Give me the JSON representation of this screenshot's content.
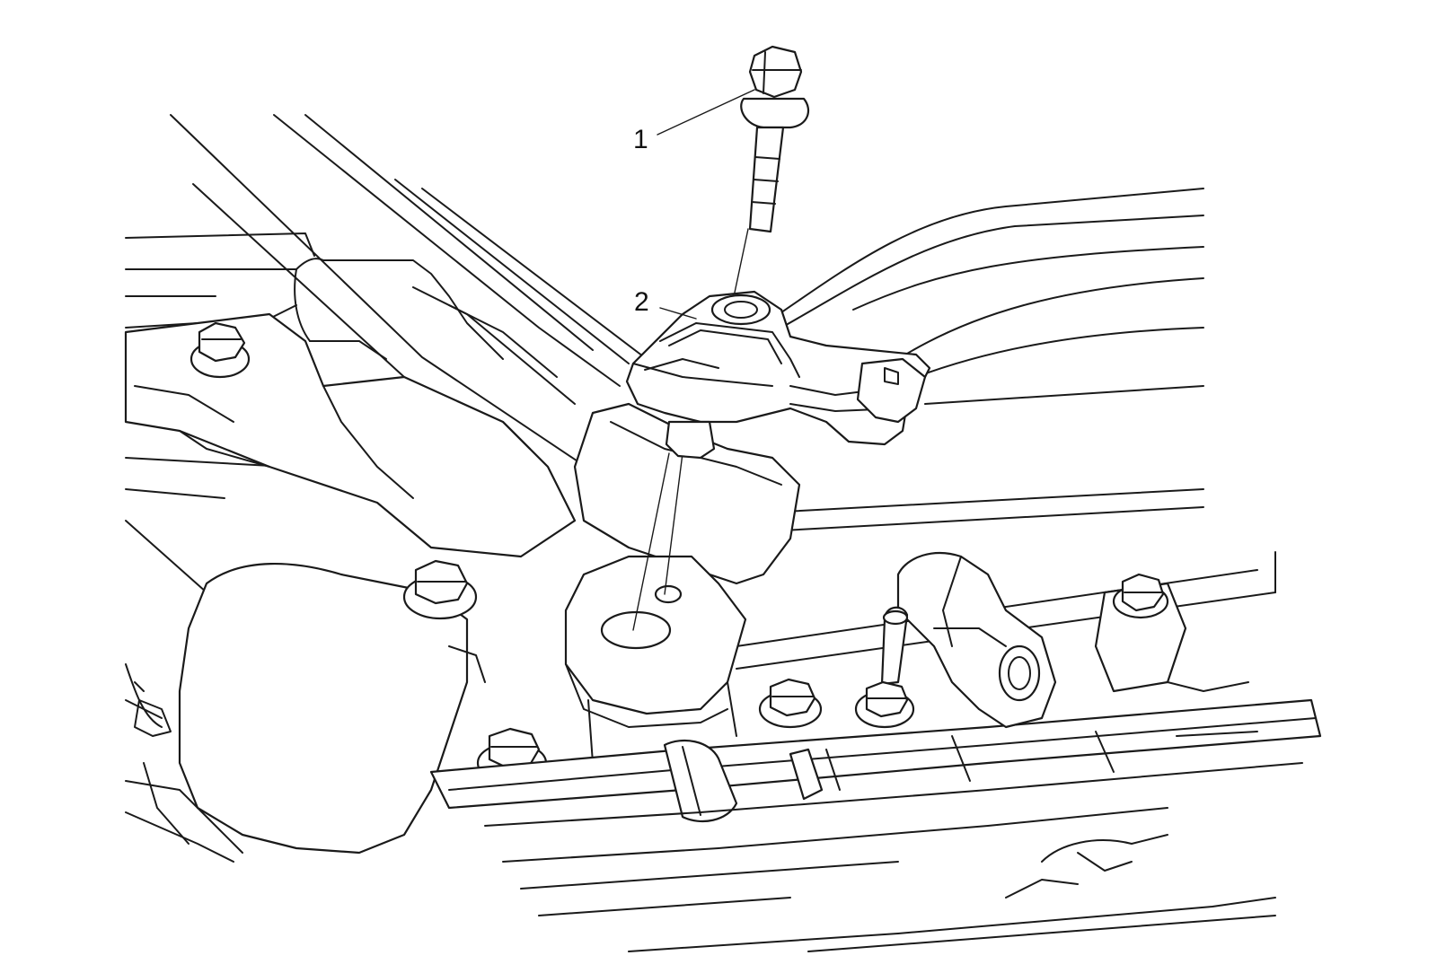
{
  "diagram": {
    "line_color": "#1a1a1a",
    "background": "#ffffff",
    "callouts": [
      {
        "id": "1",
        "label": "1"
      },
      {
        "id": "2",
        "label": "2"
      }
    ]
  }
}
